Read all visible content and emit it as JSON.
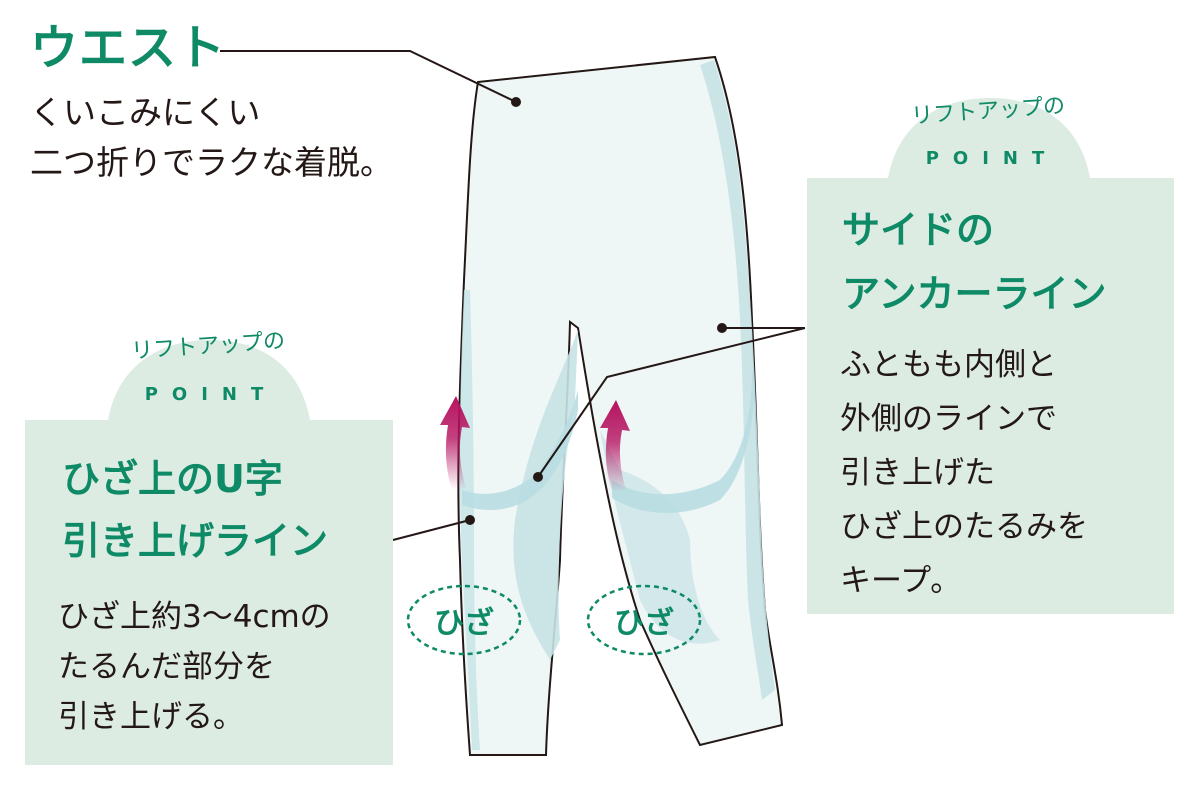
{
  "waist": {
    "title": "ウエスト",
    "desc_line1": "くいこみにくい",
    "desc_line2": "二つ折りでラクな着脱。"
  },
  "left_point": {
    "badge_top": "リフトアップの",
    "badge_point": "POINT",
    "title_line1": "ひざ上のU字",
    "title_line2": "引き上げライン",
    "desc_line1": "ひざ上約3〜4cmの",
    "desc_line2": "たるんだ部分を",
    "desc_line3": "引き上げる。"
  },
  "right_point": {
    "badge_top": "リフトアップの",
    "badge_point": "POINT",
    "title_line1": "サイドの",
    "title_line2": "アンカーライン",
    "desc_line1": "ふともも内側と",
    "desc_line2": "外側のラインで",
    "desc_line3": "引き上げた",
    "desc_line4": "ひざ上のたるみを",
    "desc_line5": "キープ。"
  },
  "knees": {
    "left": "ひざ",
    "right": "ひざ"
  },
  "colors": {
    "accent_green": "#0f8a66",
    "box_bg": "#dcece3",
    "garment_light": "#eef6f6",
    "garment_band": "#c6e3e6",
    "arrow": "#b5125f"
  }
}
